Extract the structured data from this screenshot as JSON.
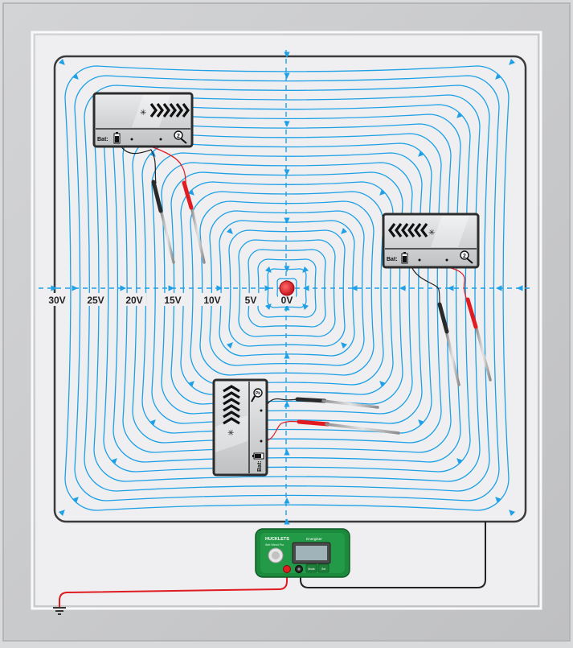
{
  "voltage_labels": [
    "30V",
    "25V",
    "20V",
    "15V",
    "10V",
    "5V",
    "0V"
  ],
  "meters": {
    "top_left": {
      "battery_label": "Bat:",
      "range_badge": "2"
    },
    "right": {
      "battery_label": "Bat:",
      "range_badge": "2"
    },
    "bottom": {
      "battery_label": "Bat:",
      "range_badge": "Pk"
    }
  },
  "energiser": {
    "brand": "HUCKLETS",
    "model": "Wet Weed Pro",
    "display_title": "Energiser",
    "button_labels": [
      "Mode",
      "Set"
    ]
  },
  "colors": {
    "frame": "#c9c9cb",
    "field": "#eeeef0",
    "contour": "#1ea0e6",
    "fence_wire": "#3b3b3b",
    "probe_red": "#e01b22",
    "center": "#e01b22",
    "energiser_case": "#1c8a3d"
  },
  "icons": [
    "ground-icon",
    "lightning-icon",
    "magnifier-icon",
    "battery-icon",
    "chevron-icon"
  ]
}
